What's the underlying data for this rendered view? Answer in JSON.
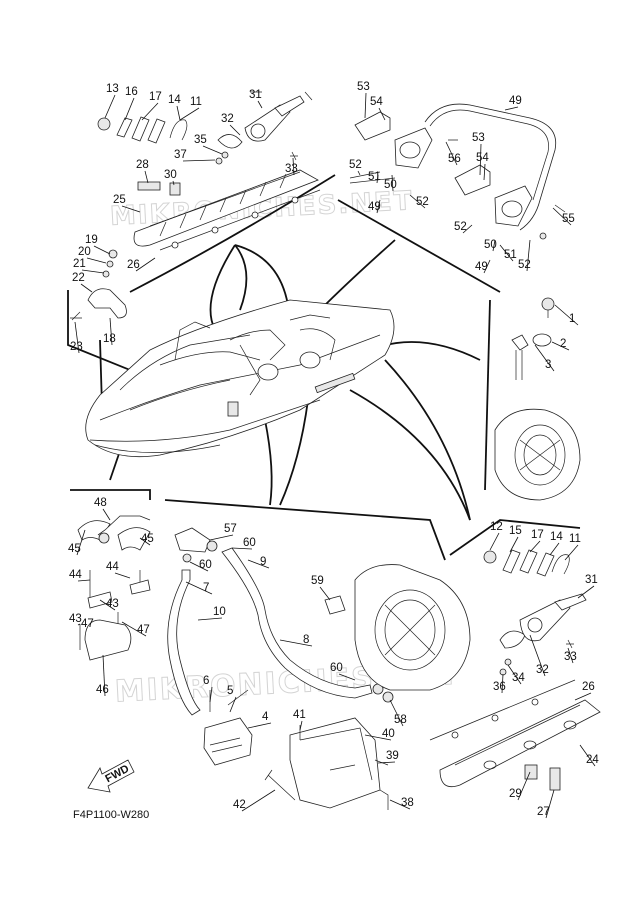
{
  "diagram": {
    "code": "F4P1100-W280",
    "fwd_label": "FWD",
    "watermark": "MIKRONICHES.NET",
    "callouts": [
      "1",
      "2",
      "3",
      "4",
      "5",
      "6",
      "7",
      "8",
      "9",
      "10",
      "11",
      "12",
      "13",
      "14",
      "15",
      "16",
      "17",
      "18",
      "19",
      "20",
      "21",
      "22",
      "23",
      "24",
      "25",
      "26",
      "27",
      "28",
      "29",
      "30",
      "31",
      "32",
      "33",
      "34",
      "35",
      "36",
      "37",
      "38",
      "39",
      "40",
      "41",
      "42",
      "43",
      "44",
      "45",
      "46",
      "47",
      "48",
      "49",
      "50",
      "51",
      "52",
      "53",
      "54",
      "55",
      "56",
      "57",
      "58",
      "59",
      "60"
    ]
  }
}
